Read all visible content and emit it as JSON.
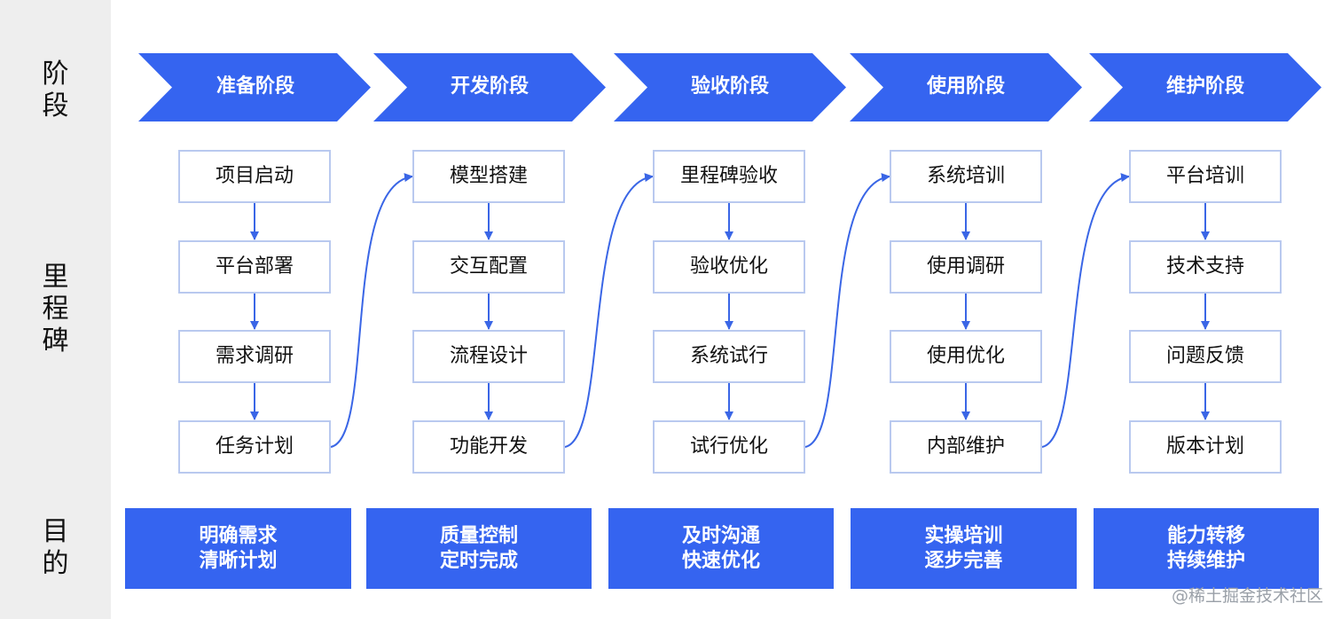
{
  "side": {
    "stage": [
      "阶",
      "段"
    ],
    "milestone": [
      "里",
      "程",
      "碑"
    ],
    "purpose": [
      "目",
      "的"
    ]
  },
  "stages": [
    {
      "name": "准备阶段",
      "milestones": [
        "项目启动",
        "平台部署",
        "需求调研",
        "任务计划"
      ],
      "purpose": [
        "明确需求",
        "清晰计划"
      ]
    },
    {
      "name": "开发阶段",
      "milestones": [
        "模型搭建",
        "交互配置",
        "流程设计",
        "功能开发"
      ],
      "purpose": [
        "质量控制",
        "定时完成"
      ]
    },
    {
      "name": "验收阶段",
      "milestones": [
        "里程碑验收",
        "验收优化",
        "系统试行",
        "试行优化"
      ],
      "purpose": [
        "及时沟通",
        "快速优化"
      ]
    },
    {
      "name": "使用阶段",
      "milestones": [
        "系统培训",
        "使用调研",
        "使用优化",
        "内部维护"
      ],
      "purpose": [
        "实操培训",
        "逐步完善"
      ]
    },
    {
      "name": "维护阶段",
      "milestones": [
        "平台培训",
        "技术支持",
        "问题反馈",
        "版本计划"
      ],
      "purpose": [
        "能力转移",
        "持续维护"
      ]
    }
  ],
  "watermark": "@稀土掘金技术社区",
  "colors": {
    "primary": "#3564f0",
    "box_border": "#b9c9ef",
    "connector": "#3a66e6"
  }
}
